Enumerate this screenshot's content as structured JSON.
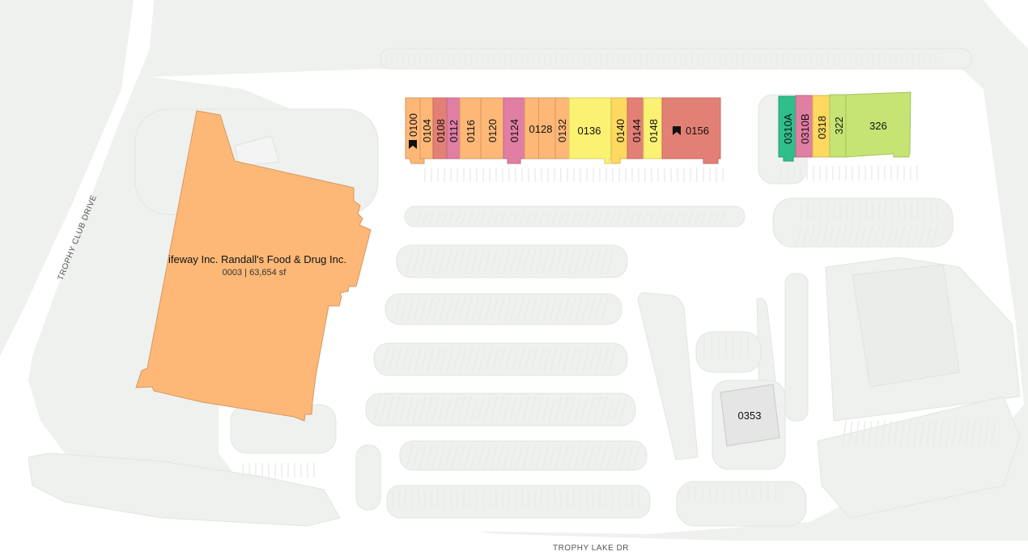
{
  "roads": {
    "trophy_club_drive": "TROPHY CLUB DRIVE",
    "trophy_lake_dr": "TROPHY LAKE DR"
  },
  "anchor": {
    "tenant": "ifeway Inc. Randall's Food & Drug Inc.",
    "details": "0003 | 63,654 sf",
    "color": "#fdb877"
  },
  "units": [
    {
      "id": "0100",
      "color": "#fdb877",
      "bookmark": true
    },
    {
      "id": "0104",
      "color": "#fdb877"
    },
    {
      "id": "0108",
      "color": "#e38076"
    },
    {
      "id": "0112",
      "color": "#e07ea3"
    },
    {
      "id": "0116",
      "color": "#fdb877"
    },
    {
      "id": "0120",
      "color": "#fdb877"
    },
    {
      "id": "0124",
      "color": "#e07ea3"
    },
    {
      "id": "0128",
      "color": "#fdb877"
    },
    {
      "id": "0132",
      "color": "#fdb877"
    },
    {
      "id": "0136",
      "color": "#fbf274"
    },
    {
      "id": "0140",
      "color": "#fdd95f"
    },
    {
      "id": "0144",
      "color": "#e38076"
    },
    {
      "id": "0148",
      "color": "#fbf274"
    },
    {
      "id": "0156",
      "color": "#e38076",
      "bookmark": true
    },
    {
      "id": "0310A",
      "color": "#2fbf8a"
    },
    {
      "id": "0310B",
      "color": "#e07ea3"
    },
    {
      "id": "0318",
      "color": "#fdd95f"
    },
    {
      "id": "322",
      "color": "#c5e474"
    },
    {
      "id": "326",
      "color": "#c5e474"
    },
    {
      "id": "0353",
      "color": "#e5e5e5"
    }
  ],
  "colors": {
    "background": "#eef1ee",
    "pavement": "#ffffff",
    "island": "#eef1ee",
    "bookmark": "#111111"
  },
  "icons": {
    "bookmark": "bookmark-icon"
  }
}
